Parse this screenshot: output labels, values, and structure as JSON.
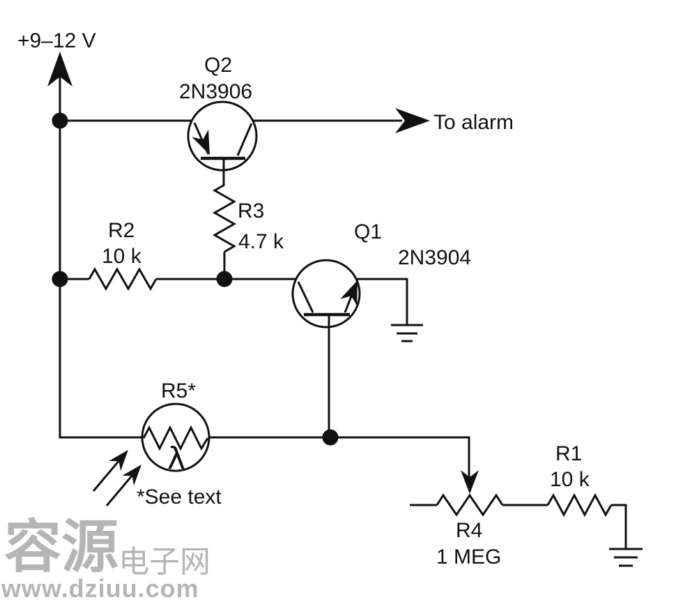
{
  "schematic": {
    "power_label": "+9–12 V",
    "output_label": "To alarm",
    "footnote": "*See text",
    "q2": {
      "ref": "Q2",
      "part": "2N3906"
    },
    "q1": {
      "ref": "Q1",
      "part": "2N3904"
    },
    "r2": {
      "ref": "R2",
      "value": "10 k"
    },
    "r3": {
      "ref": "R3",
      "value": "4.7 k"
    },
    "r5": {
      "ref": "R5*",
      "lambda": "λ"
    },
    "r4": {
      "ref": "R4",
      "value": "1 MEG"
    },
    "r1": {
      "ref": "R1",
      "value": "10 k"
    }
  },
  "watermark": {
    "name_primary": "容源",
    "name_secondary": "电子网",
    "url": "www.dziuu.com"
  },
  "colors": {
    "ink": "#111111",
    "watermark": "#b5b5b5",
    "background": "#ffffff"
  }
}
